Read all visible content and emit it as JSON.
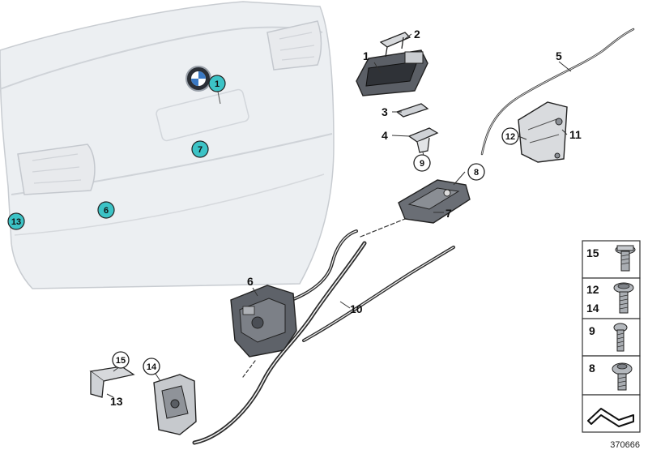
{
  "diagram": {
    "diagram_id": "370666",
    "part_labels": [
      "1",
      "2",
      "3",
      "4",
      "5",
      "6",
      "7",
      "8",
      "9",
      "10",
      "11",
      "12",
      "13",
      "15",
      "14"
    ],
    "circled_callouts": [
      "9",
      "8",
      "12",
      "15",
      "14"
    ],
    "badge_callouts": [
      "1",
      "7",
      "6",
      "13"
    ],
    "hardware_panel": {
      "rows": [
        "15",
        "12",
        "14",
        "9",
        "8"
      ]
    },
    "colors": {
      "badge_fill": "#3cc3c6",
      "tailgate_fill": "#eceff2",
      "tailgate_stroke": "#c8ccd1",
      "part_stroke": "#222222",
      "cable": "#333333"
    }
  }
}
